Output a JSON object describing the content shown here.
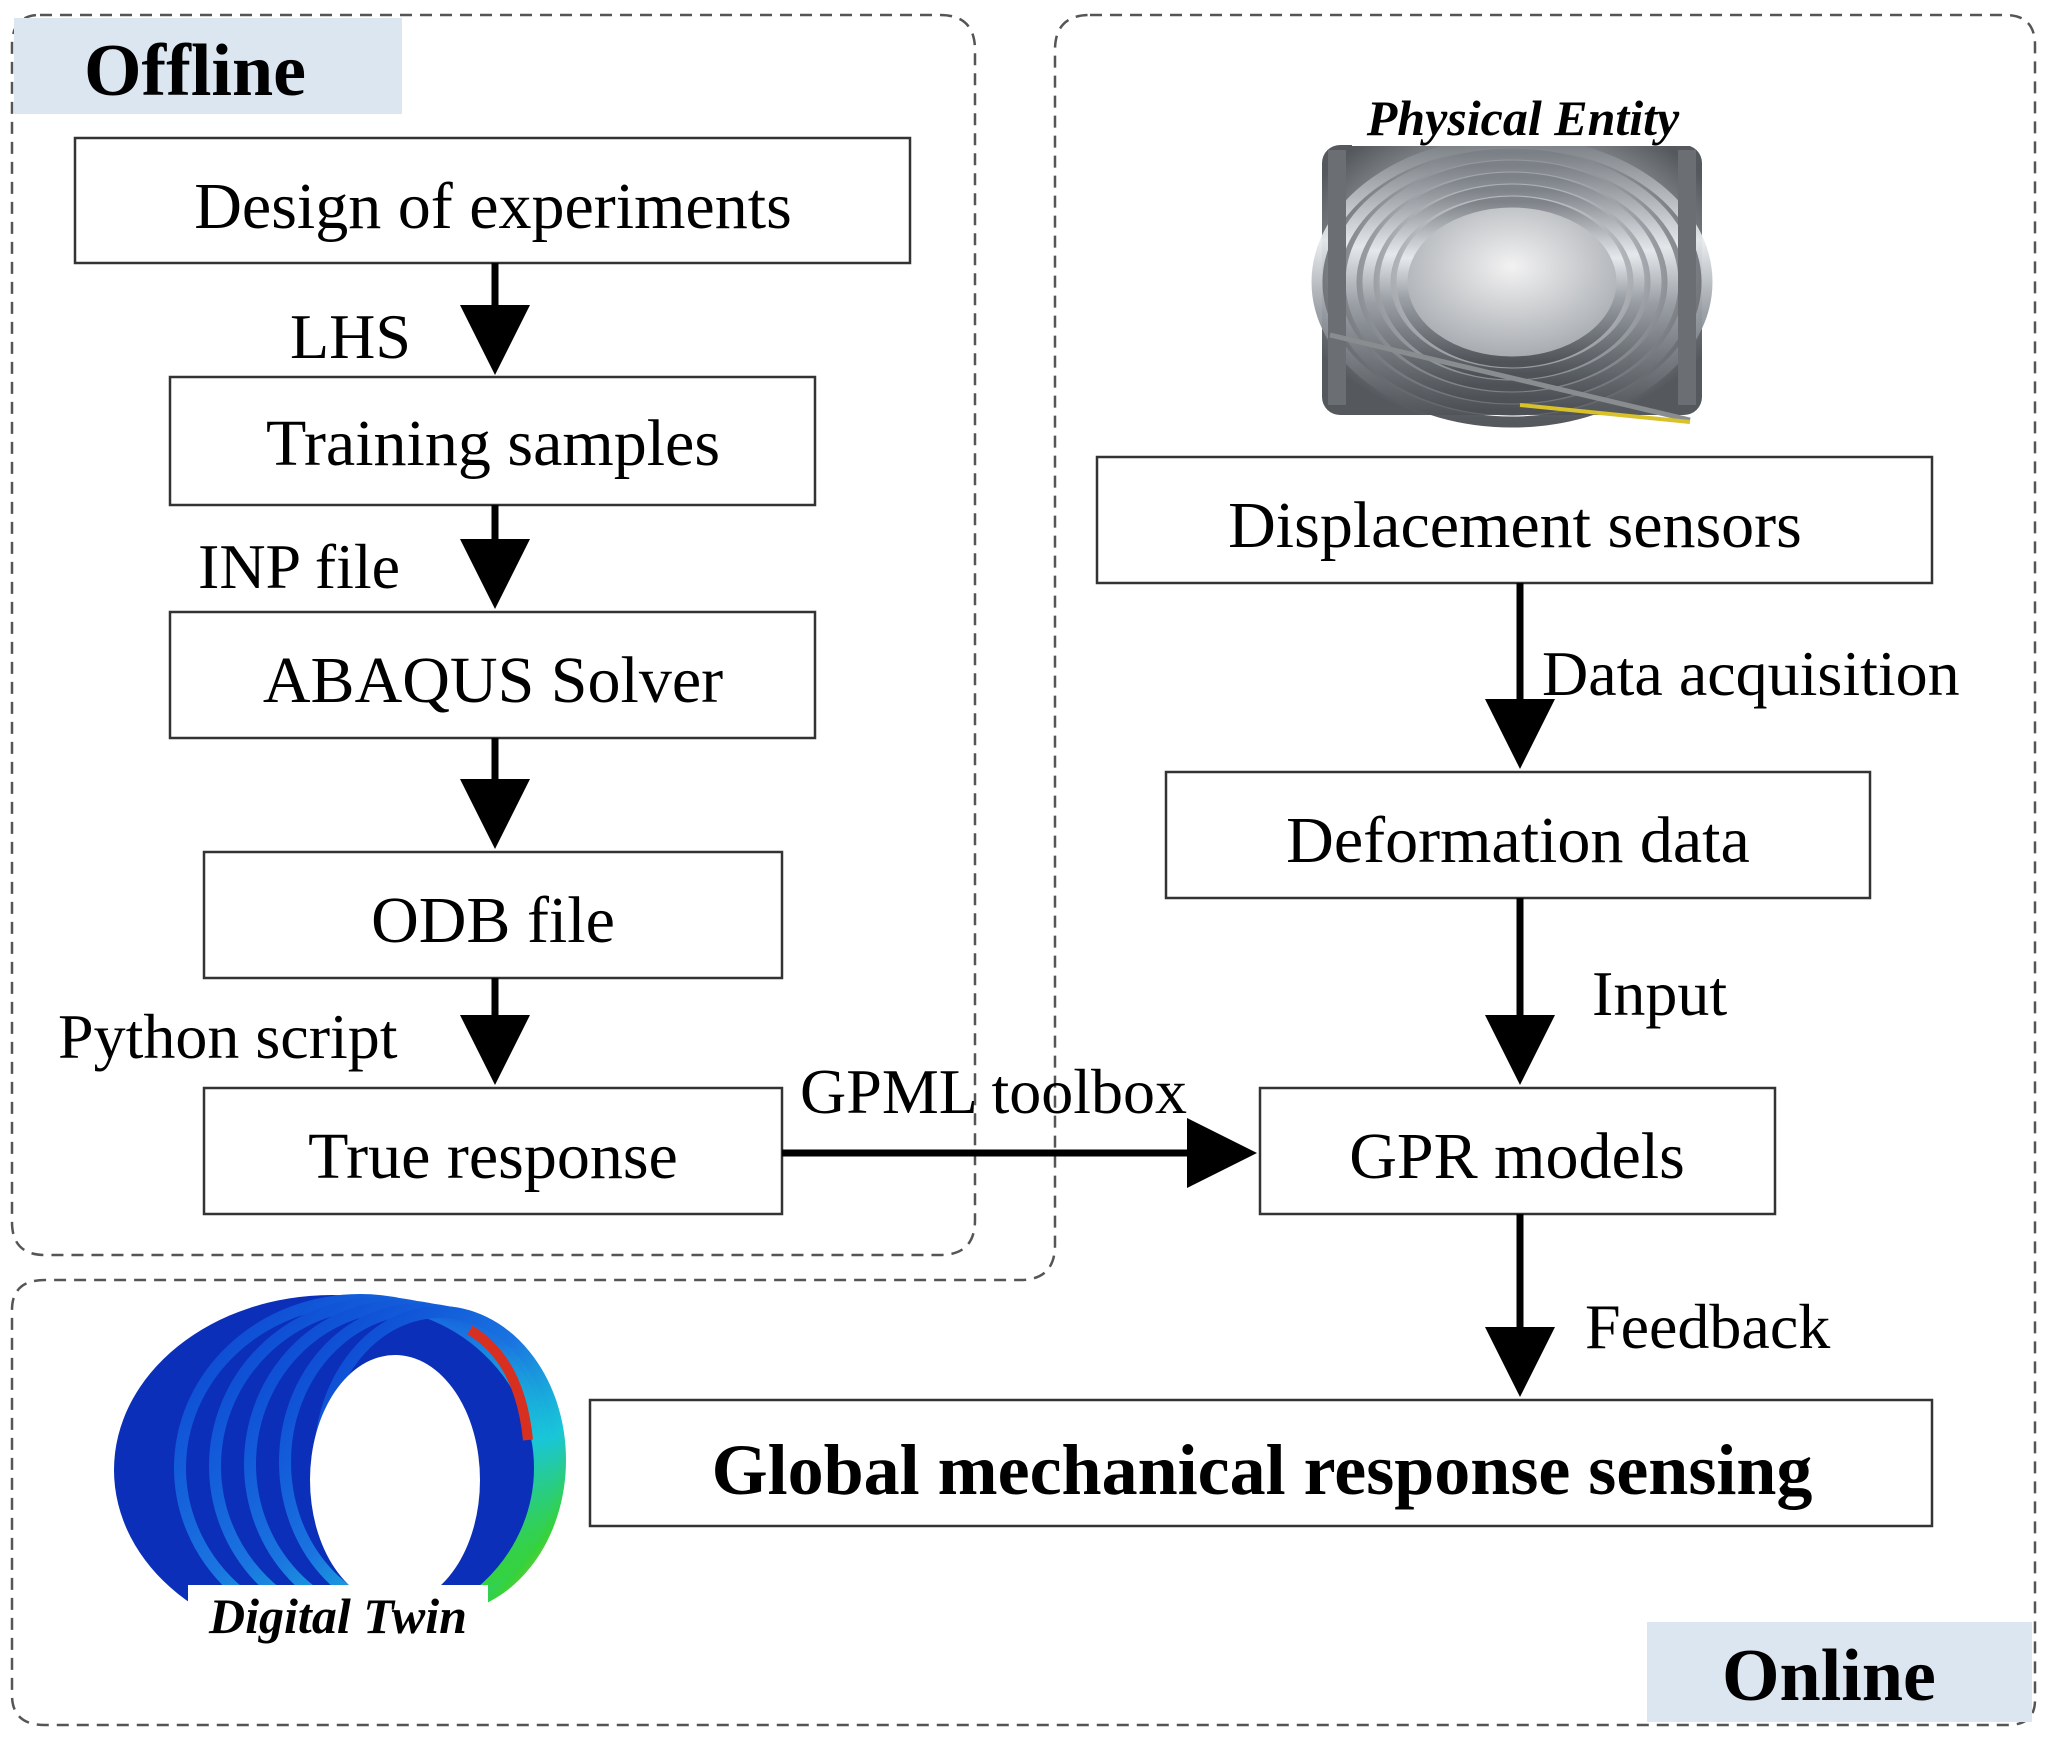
{
  "diagram": {
    "regions": {
      "offline_label": "Offline",
      "online_label": "Online"
    },
    "nodes": {
      "design_of_experiments": "Design of experiments",
      "training_samples": "Training samples",
      "abaqus_solver": "ABAQUS Solver",
      "odb_file": "ODB file",
      "true_response": "True response",
      "displacement_sensors": "Displacement sensors",
      "deformation_data": "Deformation data",
      "gpr_models": "GPR models",
      "global_sensing": "Global mechanical response sensing"
    },
    "edges": {
      "lhs": "LHS",
      "inp_file": "INP file",
      "python_script": "Python script",
      "gpml_toolbox": "GPML toolbox",
      "data_acquisition": "Data acquisition",
      "input": "Input",
      "feedback": "Feedback"
    },
    "images": {
      "physical_entity_caption": "Physical Entity",
      "digital_twin_caption": "Digital Twin"
    },
    "colors": {
      "region_label_bg": "#dce6f0",
      "box_stroke": "#333333",
      "dash_stroke": "#555555",
      "arrow": "#000000"
    }
  }
}
